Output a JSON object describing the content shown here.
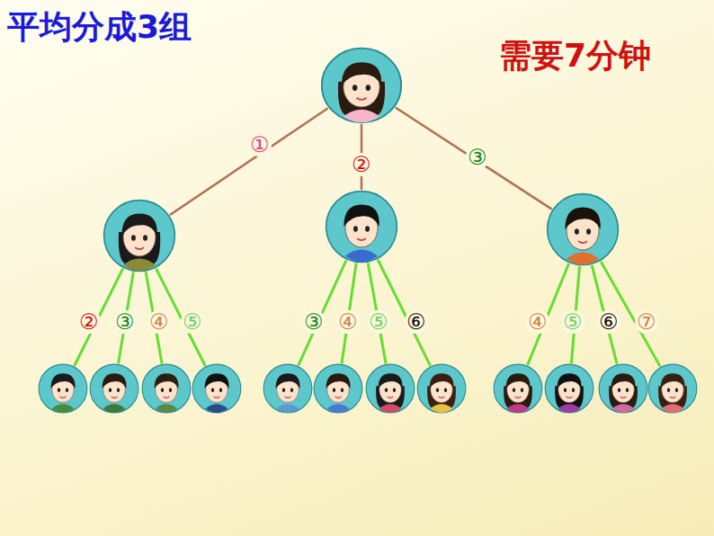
{
  "diagram": {
    "title": "平均分成3组",
    "nodes": [
      {
        "text": []
      },
      {
        "text": [],
        "in": 0
      },
      {
        "text": [],
        "in": 0
      },
      {
        "text": [],
        "in": 0
      },
      {
        "text": []
      },
      {
        "text": []
      },
      {
        "text": []
      },
      {
        "text": []
      },
      {
        "text": []
      },
      {
        "text": []
      },
      {
        "text": []
      },
      {
        "text": []
      },
      {
        "text": []
      },
      {
        "text": []
      },
      {
        "text": []
      },
      {
        "text": []
      }
    ],
    "edges": [
      {
        "from": 0,
        "to": 1,
        "arrow": "none",
        "label": "①"
      },
      {
        "from": 0,
        "to": 2,
        "arrow": "none",
        "label": "②"
      },
      {
        "from": 0,
        "to": 3,
        "arrow": "none",
        "label": "③"
      },
      {
        "from": 1,
        "to": 4,
        "arrow": "none",
        "label": "②"
      },
      {
        "from": 1,
        "to": 5,
        "arrow": "none",
        "label": "③"
      },
      {
        "from": 1,
        "to": 6,
        "arrow": "none",
        "label": "④"
      },
      {
        "from": 1,
        "to": 7,
        "arrow": "none",
        "label": "⑤"
      },
      {
        "from": 2,
        "to": 8,
        "arrow": "none",
        "label": "③"
      },
      {
        "from": 2,
        "to": 9,
        "arrow": "none",
        "label": "④"
      },
      {
        "from": 2,
        "to": 10,
        "arrow": "none",
        "label": "⑤"
      },
      {
        "from": 2,
        "to": 11,
        "arrow": "none",
        "label": "⑥"
      },
      {
        "from": 3,
        "to": 12,
        "arrow": "none",
        "label": "④"
      },
      {
        "from": 3,
        "to": 13,
        "arrow": "none",
        "label": "⑤"
      },
      {
        "from": 3,
        "to": 14,
        "arrow": "none",
        "label": "⑥"
      },
      {
        "from": 3,
        "to": 15,
        "arrow": "none",
        "label": "⑦"
      }
    ],
    "labels": [
      "需要7分钟"
    ]
  }
}
